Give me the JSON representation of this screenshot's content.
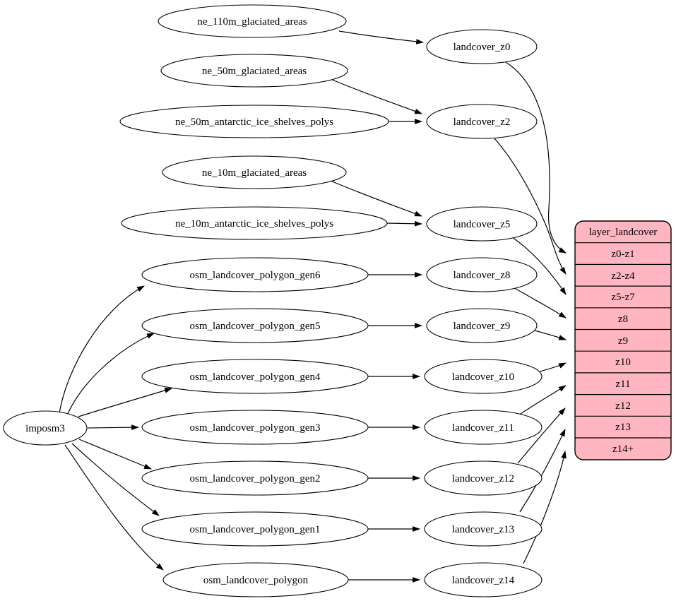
{
  "importer": {
    "label": "imposm3"
  },
  "sources": [
    "ne_110m_glaciated_areas",
    "ne_50m_glaciated_areas",
    "ne_50m_antarctic_ice_shelves_polys",
    "ne_10m_glaciated_areas",
    "ne_10m_antarctic_ice_shelves_polys",
    "osm_landcover_polygon_gen6",
    "osm_landcover_polygon_gen5",
    "osm_landcover_polygon_gen4",
    "osm_landcover_polygon_gen3",
    "osm_landcover_polygon_gen2",
    "osm_landcover_polygon_gen1",
    "osm_landcover_polygon"
  ],
  "intermediate_tables": [
    "landcover_z0",
    "landcover_z2",
    "landcover_z5",
    "landcover_z8",
    "landcover_z9",
    "landcover_z10",
    "landcover_z11",
    "landcover_z12",
    "landcover_z13",
    "landcover_z14"
  ],
  "layer": {
    "title": "layer_landcover",
    "zoom_rows": [
      "z0-z1",
      "z2-z4",
      "z5-z7",
      "z8",
      "z9",
      "z10",
      "z11",
      "z12",
      "z13",
      "z14+"
    ]
  },
  "colors": {
    "layer_fill": "#ffb6c1",
    "node_fill": "#ffffff",
    "edge": "#000000"
  },
  "edges": [
    [
      "imposm3",
      "osm_landcover_polygon_gen6"
    ],
    [
      "imposm3",
      "osm_landcover_polygon_gen5"
    ],
    [
      "imposm3",
      "osm_landcover_polygon_gen4"
    ],
    [
      "imposm3",
      "osm_landcover_polygon_gen3"
    ],
    [
      "imposm3",
      "osm_landcover_polygon_gen2"
    ],
    [
      "imposm3",
      "osm_landcover_polygon_gen1"
    ],
    [
      "imposm3",
      "osm_landcover_polygon"
    ],
    [
      "ne_110m_glaciated_areas",
      "landcover_z0"
    ],
    [
      "ne_50m_glaciated_areas",
      "landcover_z2"
    ],
    [
      "ne_50m_antarctic_ice_shelves_polys",
      "landcover_z2"
    ],
    [
      "ne_10m_glaciated_areas",
      "landcover_z5"
    ],
    [
      "ne_10m_antarctic_ice_shelves_polys",
      "landcover_z5"
    ],
    [
      "osm_landcover_polygon_gen6",
      "landcover_z8"
    ],
    [
      "osm_landcover_polygon_gen5",
      "landcover_z9"
    ],
    [
      "osm_landcover_polygon_gen4",
      "landcover_z10"
    ],
    [
      "osm_landcover_polygon_gen3",
      "landcover_z11"
    ],
    [
      "osm_landcover_polygon_gen2",
      "landcover_z12"
    ],
    [
      "osm_landcover_polygon_gen1",
      "landcover_z13"
    ],
    [
      "osm_landcover_polygon",
      "landcover_z14"
    ],
    [
      "landcover_z0",
      "layer_landcover:z0-z1"
    ],
    [
      "landcover_z2",
      "layer_landcover:z2-z4"
    ],
    [
      "landcover_z5",
      "layer_landcover:z5-z7"
    ],
    [
      "landcover_z8",
      "layer_landcover:z8"
    ],
    [
      "landcover_z9",
      "layer_landcover:z9"
    ],
    [
      "landcover_z10",
      "layer_landcover:z10"
    ],
    [
      "landcover_z11",
      "layer_landcover:z11"
    ],
    [
      "landcover_z12",
      "layer_landcover:z12"
    ],
    [
      "landcover_z13",
      "layer_landcover:z13"
    ],
    [
      "landcover_z14",
      "layer_landcover:z14+"
    ]
  ]
}
